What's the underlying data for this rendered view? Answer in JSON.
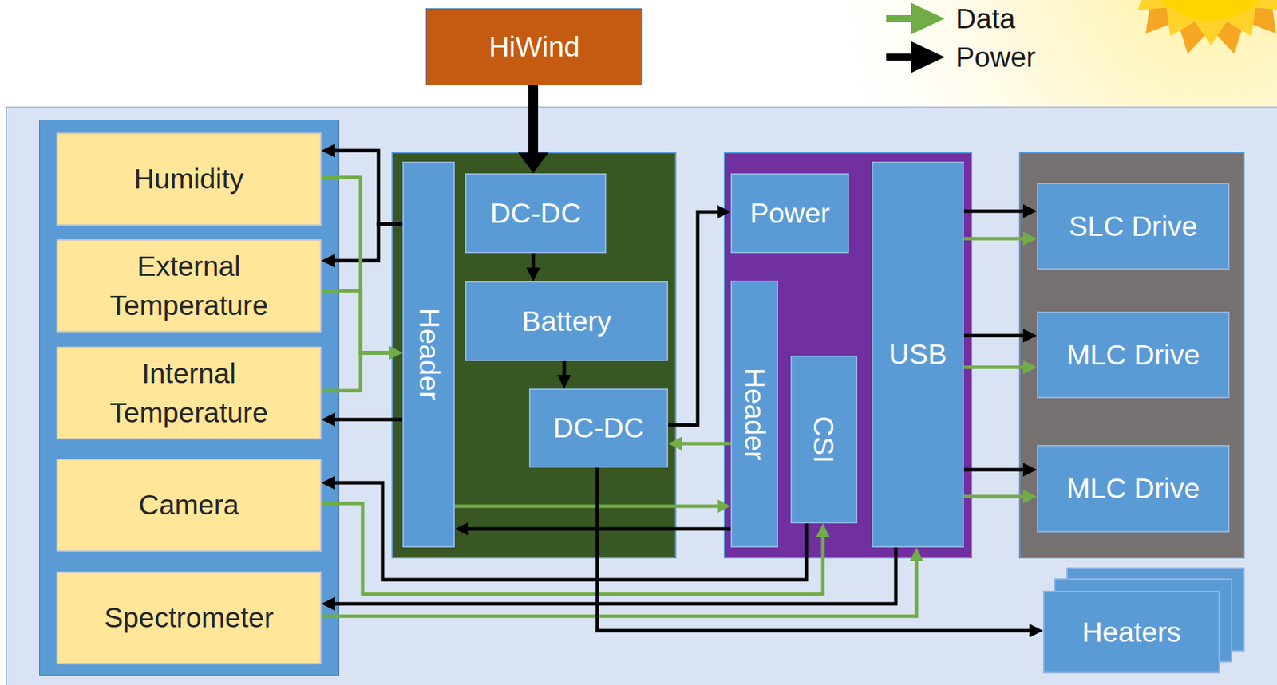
{
  "diagram": {
    "nodes": [
      {
        "text": [
          "HiWind"
        ]
      },
      {
        "text": []
      },
      {
        "text": [],
        "in": 1
      },
      {
        "text": [
          "Humidity"
        ],
        "in": 2
      },
      {
        "text": [
          "External Temperature"
        ],
        "in": 2
      },
      {
        "text": [
          "Internal Temperature"
        ],
        "in": 2
      },
      {
        "text": [
          "Camera"
        ],
        "in": 2
      },
      {
        "text": [
          "Spectrometer"
        ],
        "in": 2
      },
      {
        "text": [],
        "in": 1
      },
      {
        "text": [
          "Header"
        ],
        "in": 8
      },
      {
        "text": [
          "DC-DC"
        ],
        "in": 8
      },
      {
        "text": [
          "Battery"
        ],
        "in": 8
      },
      {
        "text": [
          "DC-DC"
        ],
        "in": 8
      },
      {
        "text": [],
        "in": 1
      },
      {
        "text": [
          "Power"
        ],
        "in": 13
      },
      {
        "text": [
          "Header"
        ],
        "in": 13
      },
      {
        "text": [
          "CSI"
        ],
        "in": 13
      },
      {
        "text": [
          "USB"
        ],
        "in": 13
      },
      {
        "text": [],
        "in": 1
      },
      {
        "text": [
          "SLC Drive"
        ],
        "in": 18
      },
      {
        "text": [
          "MLC Drive"
        ],
        "in": 18
      },
      {
        "text": [
          "MLC Drive"
        ],
        "in": 18
      },
      {
        "text": [
          "Heaters"
        ],
        "in": 1
      }
    ],
    "edges": [
      {
        "from": 0,
        "to": 10,
        "arrow": "to"
      },
      {
        "from": 10,
        "to": 11,
        "arrow": "to"
      },
      {
        "from": 11,
        "to": 12,
        "arrow": "to"
      },
      {
        "from": 12,
        "to": 14,
        "arrow": "to"
      },
      {
        "from": 15,
        "to": 12,
        "arrow": "to"
      },
      {
        "from": 9,
        "to": 3,
        "arrow": "to"
      },
      {
        "from": 9,
        "to": 4,
        "arrow": "to"
      },
      {
        "from": 9,
        "to": 5,
        "arrow": "to"
      },
      {
        "from": 3,
        "to": 9,
        "arrow": "to"
      },
      {
        "from": 4,
        "to": 9,
        "arrow": "to"
      },
      {
        "from": 5,
        "to": 9,
        "arrow": "to"
      },
      {
        "from": 9,
        "to": 15,
        "arrow": "to"
      },
      {
        "from": 15,
        "to": 9,
        "arrow": "to"
      },
      {
        "from": 16,
        "to": 6,
        "arrow": "to"
      },
      {
        "from": 6,
        "to": 16,
        "arrow": "to"
      },
      {
        "from": 17,
        "to": 7,
        "arrow": "to"
      },
      {
        "from": 7,
        "to": 17,
        "arrow": "to"
      },
      {
        "from": 12,
        "to": 22,
        "arrow": "to"
      },
      {
        "from": 17,
        "to": 19,
        "arrow": "to"
      },
      {
        "from": 17,
        "to": 19,
        "arrow": "to"
      },
      {
        "from": 17,
        "to": 20,
        "arrow": "to"
      },
      {
        "from": 17,
        "to": 20,
        "arrow": "to"
      },
      {
        "from": 17,
        "to": 21,
        "arrow": "to"
      },
      {
        "from": 17,
        "to": 21,
        "arrow": "to"
      }
    ],
    "legend": [
      {
        "text": "Data"
      },
      {
        "text": "Power"
      }
    ]
  }
}
